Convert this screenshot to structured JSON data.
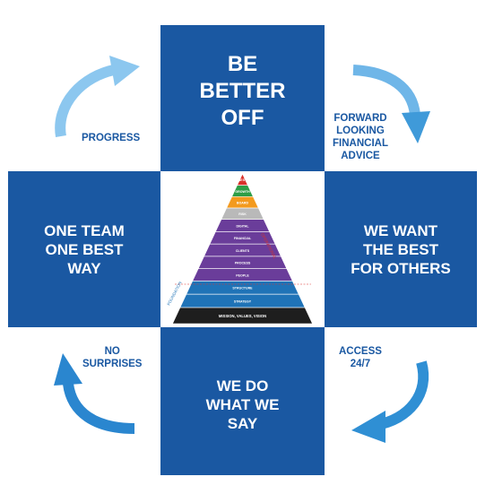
{
  "tiles": {
    "top": "BE\nBETTER\nOFF",
    "left": "ONE TEAM\nONE BEST\nWAY",
    "right": "WE WANT\nTHE BEST\nFOR OTHERS",
    "bottom": "WE DO\nWHAT WE\nSAY"
  },
  "labels": {
    "progress": "PROGRESS",
    "advice": "FORWARD\nLOOKING\nFINANCIAL\nADVICE",
    "no_surprises": "NO\nSURPRISES",
    "access": "ACCESS\n24/7"
  },
  "pyramid": {
    "levels": [
      "BEST",
      "GROWTH",
      "BOARD",
      "RISK",
      "DIGITAL",
      "FINANCIAL",
      "CLIENTS",
      "PROCESS",
      "PEOPLE",
      "STRUCTURE",
      "STRATEGY",
      "MISSION, VALUES, VISION"
    ],
    "side_label_left": "FOUNDATION",
    "side_label_right": "OPERATIONAL"
  },
  "colors": {
    "tile_blue": "#1a58a2",
    "arrow_light": "#8cc7ef",
    "arrow_dark": "#2f8fd4",
    "pyramid_red": "#d9312b",
    "pyramid_green": "#2e9e47",
    "pyramid_orange": "#f39a1e",
    "pyramid_gray": "#b9b9b9",
    "pyramid_purple": "#6a3d9a",
    "pyramid_blue": "#1f73b7",
    "pyramid_black": "#1e1e1e"
  }
}
